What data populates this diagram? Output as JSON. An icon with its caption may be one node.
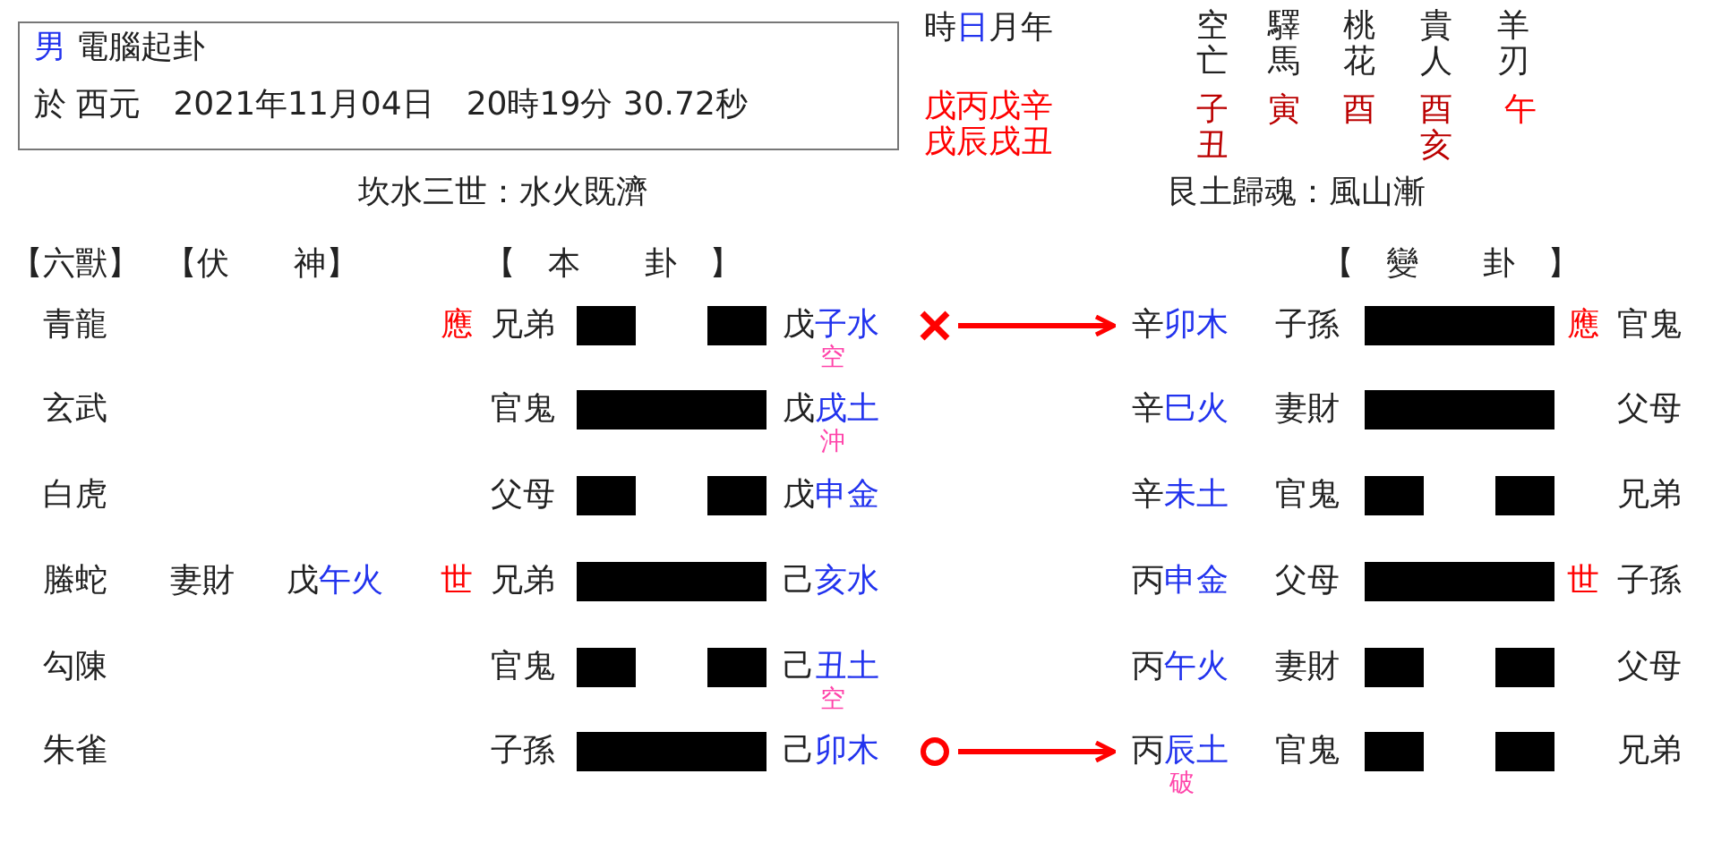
{
  "diagram": {
    "nodes": [
      {
        "text": [
          "男 電腦起卦",
          "於 西元　2021年11月04日　20時19分 30.72秒"
        ]
      },
      {
        "text": [],
        "shape": "cross"
      },
      {
        "text": [
          "辛卯木"
        ]
      },
      {
        "text": [],
        "shape": "circle"
      },
      {
        "text": [
          "丙辰土"
        ]
      }
    ],
    "edges": [
      {
        "from": 1,
        "to": 2,
        "arrow": "to"
      },
      {
        "from": 3,
        "to": 4,
        "arrow": "to"
      }
    ],
    "labels": [
      "時日月年",
      "戊丙戊辛",
      "戌辰戌丑",
      "空亡",
      "驛馬",
      "桃花",
      "貴人",
      "羊刃",
      "子丑",
      "寅",
      "酉",
      "酉亥",
      "午",
      "坎水三世：水火既濟",
      "艮土歸魂：風山漸",
      "【六獸】",
      "【伏　　神】",
      "【　本　　卦　】",
      "【　變　　卦　】",
      "青龍",
      "應",
      "兄弟",
      "戊子水",
      "空",
      "子孫",
      "應",
      "官鬼",
      "玄武",
      "官鬼",
      "戊戌土",
      "沖",
      "辛巳火",
      "妻財",
      "父母",
      "白虎",
      "父母",
      "戊申金",
      "辛未土",
      "官鬼",
      "兄弟",
      "螣蛇",
      "妻財",
      "戊午火",
      "世",
      "兄弟",
      "己亥水",
      "丙申金",
      "父母",
      "世",
      "子孫",
      "勾陳",
      "官鬼",
      "己丑土",
      "空",
      "丙午火",
      "妻財",
      "父母",
      "朱雀",
      "子孫",
      "己卯木",
      "破",
      "官鬼",
      "兄弟"
    ]
  }
}
